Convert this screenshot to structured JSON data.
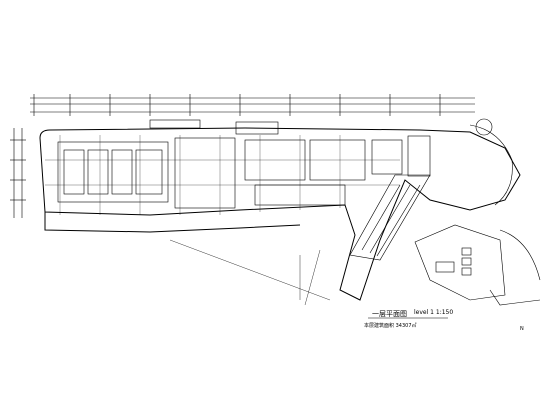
{
  "plan": {
    "title": "一层平面图",
    "scale": "level 1  1:150",
    "area_note": "本层建筑面积  34307㎡",
    "north_label": "N"
  },
  "colors": {
    "line": "#000000",
    "background": "#ffffff"
  },
  "icons": {
    "north_arrow": "north-arrow-icon"
  }
}
